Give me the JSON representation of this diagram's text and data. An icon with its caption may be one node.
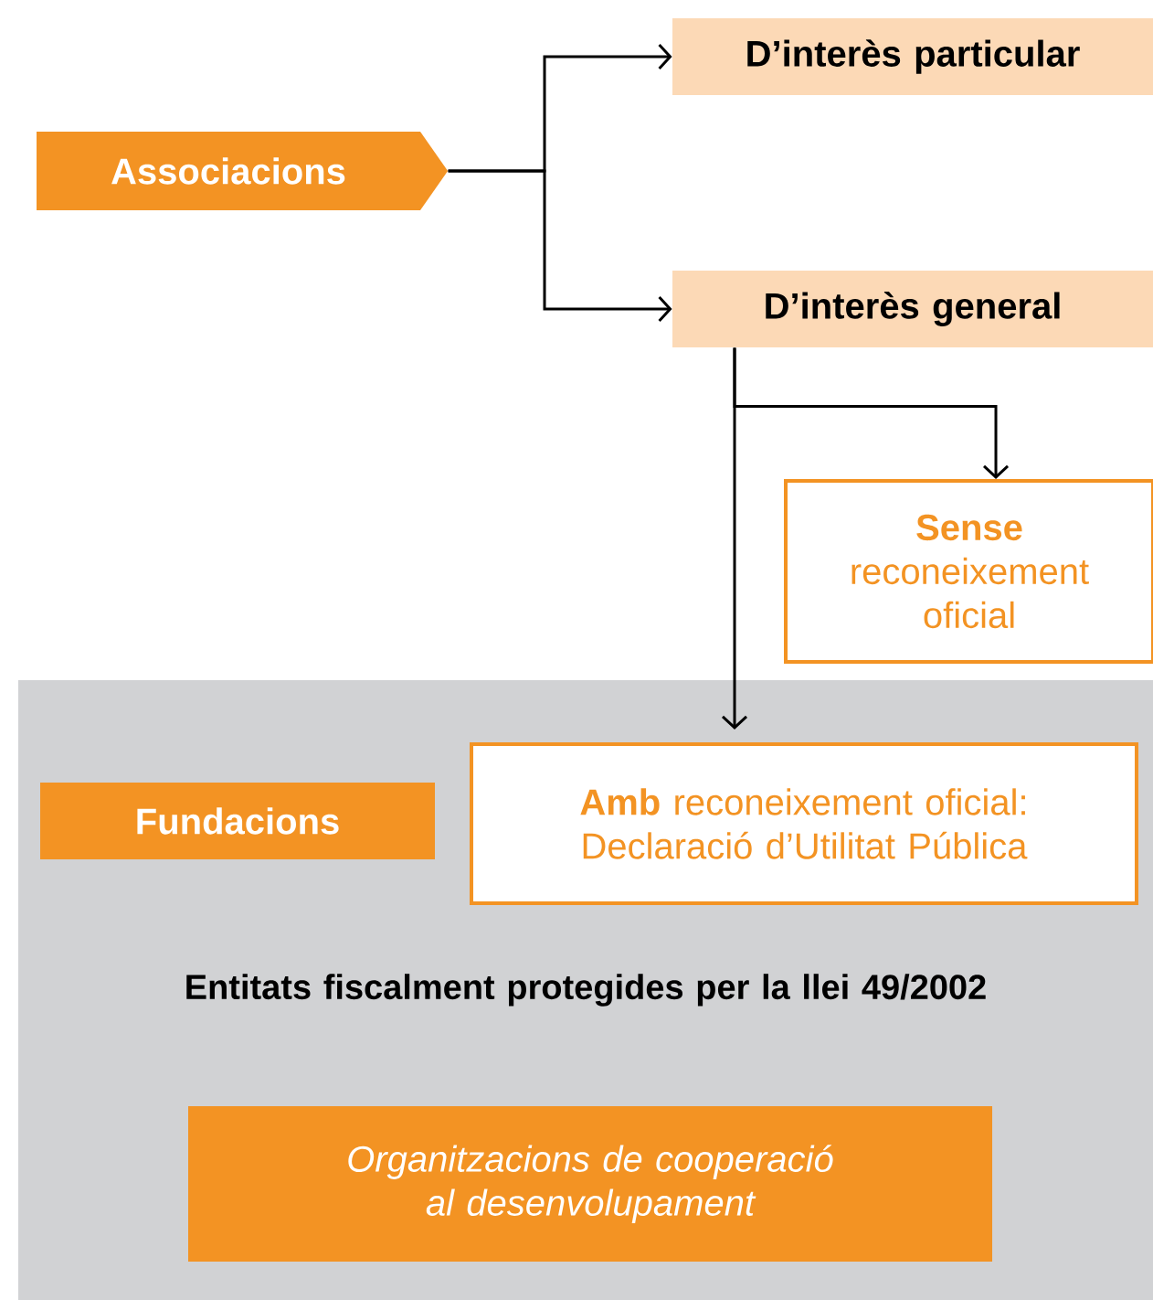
{
  "diagram": {
    "nodes": [
      {
        "text": [
          "Associacions"
        ]
      },
      {
        "text": [
          "D’interès particular"
        ]
      },
      {
        "text": [
          "D’interès general"
        ]
      },
      {
        "text": [
          "**Sense** reconeixement oficial"
        ]
      },
      {
        "text": [
          "Entitats fiscalment protegides per la llei 49/2002"
        ]
      },
      {
        "text": [
          "Fundacions"
        ],
        "in": 4
      },
      {
        "text": [
          "**Amb** reconeixement oficial: Declaració d’Utilitat Pública"
        ],
        "in": 4
      },
      {
        "text": [
          "Organitzacions de cooperació al desenvolupament"
        ],
        "in": 4
      }
    ],
    "edges": [
      {
        "from": 0,
        "to": 1,
        "arrow": "to"
      },
      {
        "from": 0,
        "to": 2,
        "arrow": "to"
      },
      {
        "from": 2,
        "to": 3,
        "arrow": "to"
      },
      {
        "from": 2,
        "to": 6,
        "arrow": "to"
      }
    ]
  }
}
